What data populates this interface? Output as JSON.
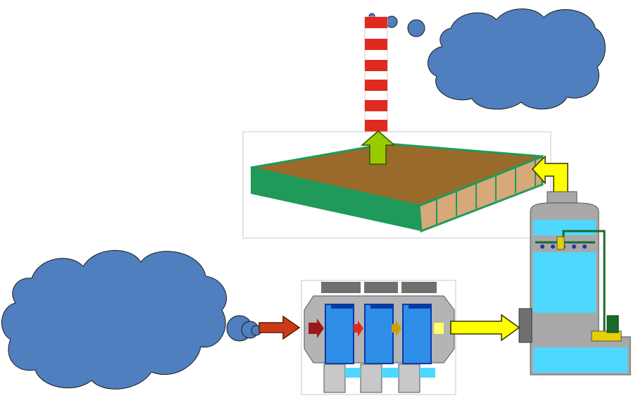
{
  "diagram": {
    "colors": {
      "cloud_fill": "#4f7fbe",
      "cloud_stroke": "#000000",
      "stack_red": "#e02a1f",
      "stack_white": "#ffffff",
      "bed_green": "#1f9a5a",
      "bed_soil": "#9a6a2a",
      "bed_side": "#d7a878",
      "arrow_red": "#cc3a1a",
      "arrow_yellow": "#ffff00",
      "arrow_green": "#99cc00",
      "water_cyan": "#4fd8ff",
      "filter_blue": "#2f8ee8",
      "housing_gray": "#b4b4b4",
      "tower_gray": "#a8a8a8"
    },
    "components": {
      "stack": "smokestack",
      "biofilter": "biofilter-bed",
      "scrubber": "scrubber-tower",
      "filter_unit": "filter-unit",
      "source_cloud": "polluted-air-cloud",
      "exhaust_cloud": "exhaust-cloud"
    }
  }
}
